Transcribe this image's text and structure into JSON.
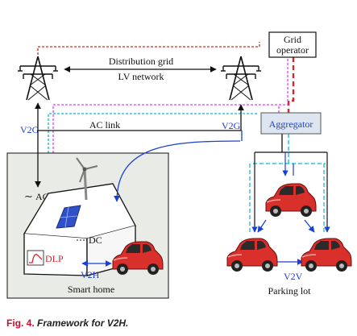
{
  "labels": {
    "grid_operator_line1": "Grid",
    "grid_operator_line2": "operator",
    "distribution_grid": "Distribution grid",
    "lv_network": "LV network",
    "v2g_left": "V2G",
    "v2g_right": "V2G",
    "ac_link": "AC link",
    "aggregator": "Aggregator",
    "ac": "AC",
    "dc": "DC",
    "dlp": "DLP",
    "v2h": "V2H",
    "smart_home": "Smart home",
    "v2v": "V2V",
    "parking_lot": "Parking lot"
  },
  "caption": {
    "figure": "Fig. 4.",
    "text": "Framework for V2H."
  },
  "colors": {
    "grid_operator_line": "#d62728",
    "comm_line": "#e040fb",
    "aggregator_line": "#00bcd4",
    "flow_arrow": "#1a3fd6",
    "aggregator_fill": "#dde6f0",
    "car_body": "#d9302b"
  },
  "icons": [
    "transmission-tower-icon",
    "wind-turbine-icon",
    "solar-panel-icon",
    "electric-car-icon",
    "sine-wave-icon"
  ]
}
